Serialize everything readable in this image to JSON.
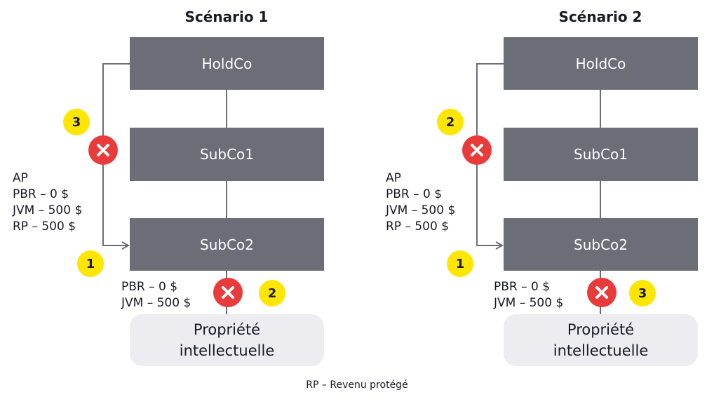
{
  "scenarios": [
    {
      "title": "Scénario 1",
      "boxes": {
        "holdco": "HoldCo",
        "subco1": "SubCo1",
        "subco2": "SubCo2"
      },
      "ip": {
        "line1": "Propriété",
        "line2": "intellectuelle"
      },
      "side_labels": [
        "AP",
        "PBR – 0 $",
        "JVM – 500 $",
        "RP – 500  $"
      ],
      "bottom_labels": [
        "PBR – 0 $",
        "JVM – 500 $"
      ],
      "step_top": "3",
      "step_side": "1",
      "step_bottom": "2"
    },
    {
      "title": "Scénario 2",
      "boxes": {
        "holdco": "HoldCo",
        "subco1": "SubCo1",
        "subco2": "SubCo2"
      },
      "ip": {
        "line1": "Propriété",
        "line2": "intellectuelle"
      },
      "side_labels": [
        "AP",
        "PBR – 0 $",
        "JVM – 500 $",
        "RP – 500  $"
      ],
      "bottom_labels": [
        "PBR – 0 $",
        "JVM – 500 $"
      ],
      "step_top": "2",
      "step_side": "1",
      "step_bottom": "3"
    }
  ],
  "footer": "RP – Revenu protégé",
  "colors": {
    "box": "#6d6d78",
    "ip_box": "#ececf1",
    "step_badge": "#ffe600",
    "blocked": "#ea3b3b"
  }
}
